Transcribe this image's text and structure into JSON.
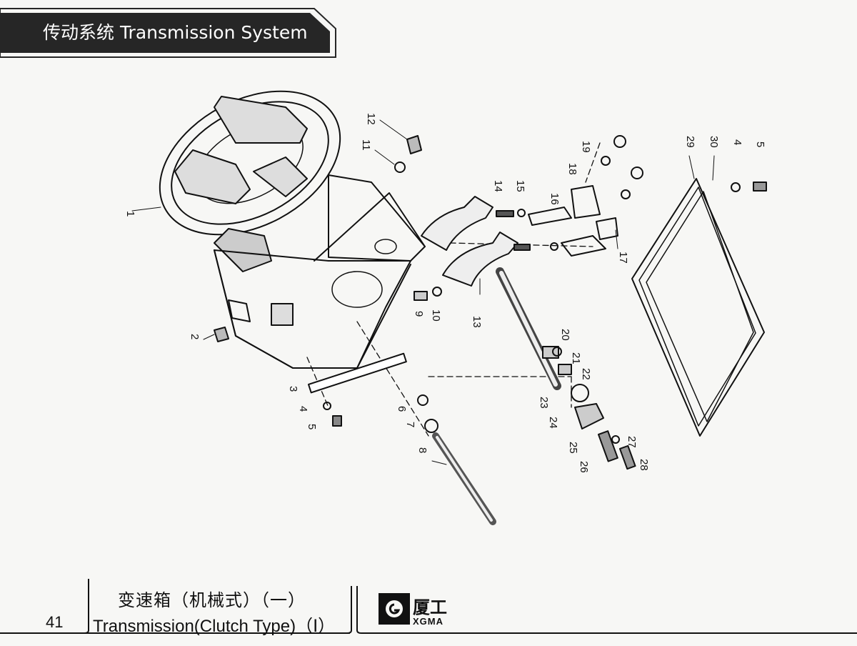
{
  "header": {
    "title": "传动系统  Transmission System"
  },
  "colors": {
    "header_bg": "#262626",
    "line": "#111111",
    "paper": "#f7f7f5"
  },
  "diagram": {
    "callouts": [
      "1",
      "2",
      "3",
      "4",
      "5",
      "6",
      "7",
      "8",
      "9",
      "10",
      "11",
      "12",
      "13",
      "14",
      "15",
      "16",
      "17",
      "18",
      "19",
      "20",
      "21",
      "22",
      "23",
      "24",
      "25",
      "26",
      "27",
      "28",
      "29",
      "30",
      "4",
      "5"
    ]
  },
  "footer": {
    "page_number": "41",
    "title_cn": "变速箱（机械式）（一）",
    "title_en": "Transmission(Clutch Type)（Ⅰ）",
    "brand_cn": "厦工",
    "brand_en": "XGMA",
    "logo_icon": "xgma-logo-icon"
  }
}
